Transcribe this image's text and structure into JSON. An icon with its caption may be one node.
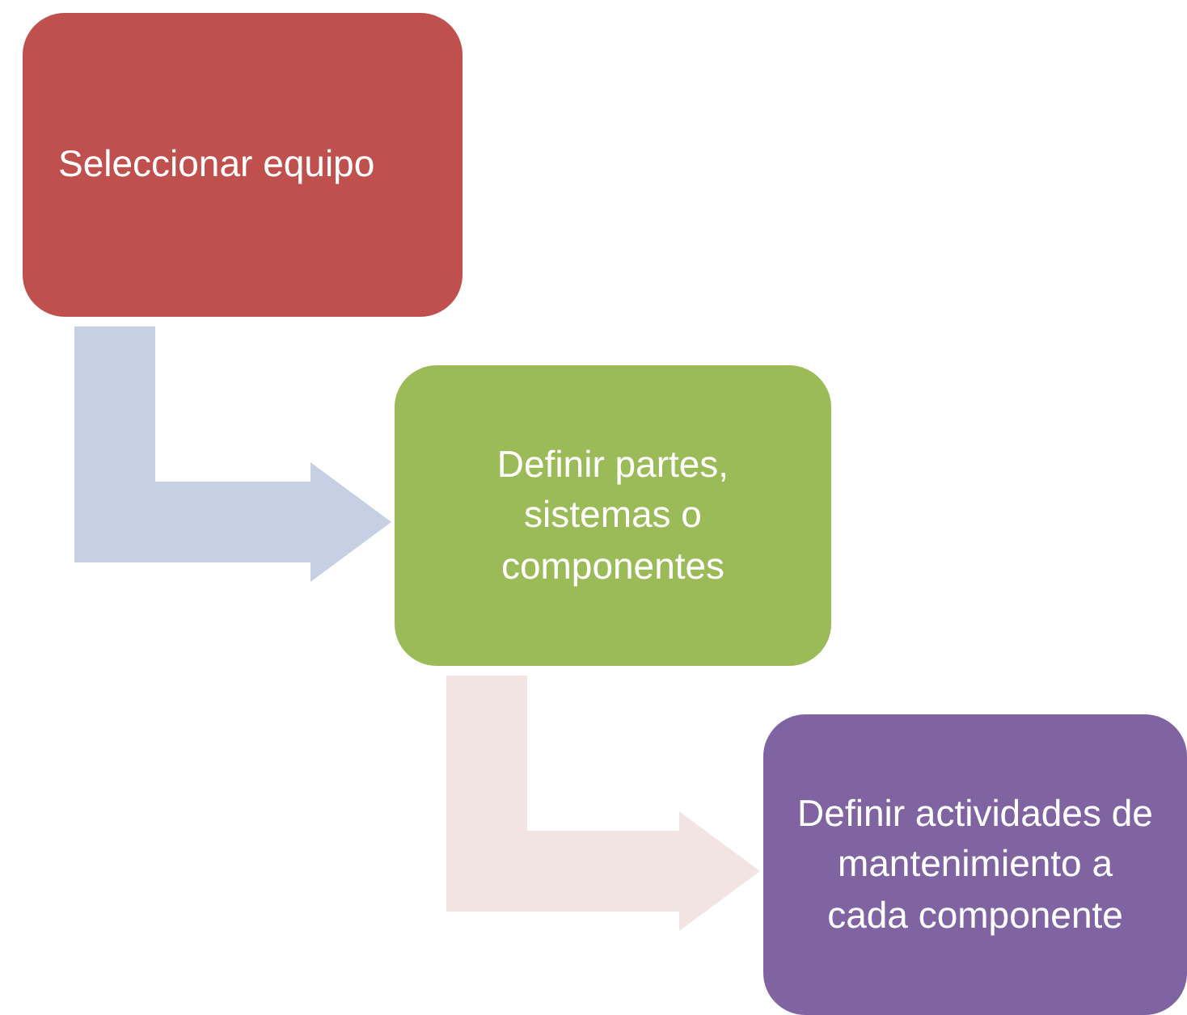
{
  "diagram": {
    "nodes": [
      {
        "text": [
          "Seleccionar equipo"
        ]
      },
      {
        "text": [
          "Definir partes, sistemas o componentes"
        ]
      },
      {
        "text": [
          "Definir actividades de mantenimiento a cada componente"
        ]
      }
    ],
    "edges": [
      {
        "from": 0,
        "to": 1,
        "arrow": "to",
        "color": "#c5d0e4"
      },
      {
        "from": 1,
        "to": 2,
        "arrow": "to",
        "color": "#f2e4e3"
      }
    ]
  }
}
